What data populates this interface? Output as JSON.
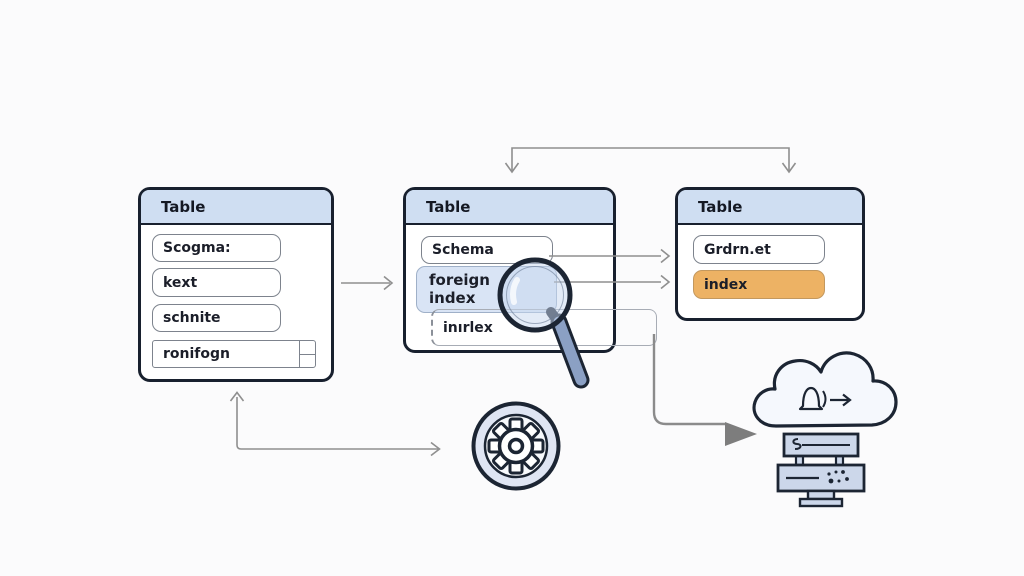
{
  "tables": {
    "left": {
      "title": "Table",
      "rows": [
        {
          "label": "Scogma:"
        },
        {
          "label": "kext"
        },
        {
          "label": "schnite"
        },
        {
          "label": "ronifogn"
        }
      ]
    },
    "middle": {
      "title": "Table",
      "rows": [
        {
          "label": "Schema"
        },
        {
          "label": "foreign\nindex"
        },
        {
          "label": "inırlex"
        }
      ]
    },
    "right": {
      "title": "Table",
      "rows": [
        {
          "label": "Grdrn.et"
        },
        {
          "label": "index"
        }
      ]
    }
  },
  "icons": {
    "magnifier": "magnifier-icon",
    "gear": "gear-icon",
    "cloud": "cloud-icon",
    "bell_arrow": "bell-arrow-icon",
    "server": "server-icon",
    "stepper": "spinner-stepper"
  },
  "colors": {
    "background": "#fbfbfc",
    "table_border": "#18202e",
    "table_header_bg": "#cfdef2",
    "row_border": "#7d838d",
    "highlight_blue": "#d9e4f5",
    "highlight_orange": "#edb264",
    "highlight_orange_border": "#c3985e",
    "connector_gray": "#8f8f8f",
    "icon_outline": "#1c2533",
    "icon_fill": "#ccd7ea",
    "lens_fill": "#c7d8f0",
    "handle_fill": "#8ba0c4"
  }
}
